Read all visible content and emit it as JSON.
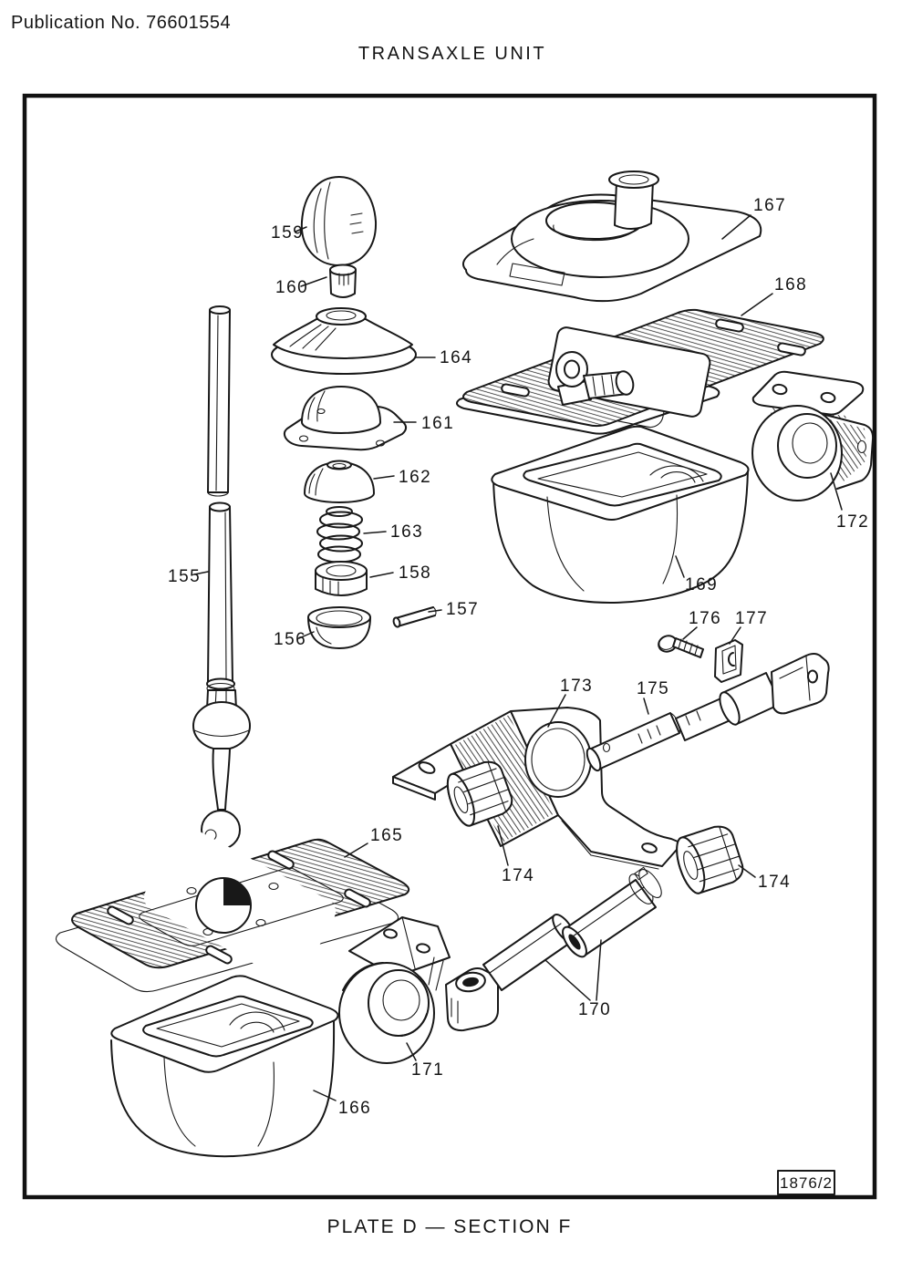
{
  "header": {
    "publication": "Publication No. 76601554",
    "title": "TRANSAXLE UNIT"
  },
  "footer": {
    "caption": "PLATE D — SECTION F"
  },
  "figure": {
    "ref": "1876/2"
  },
  "labels": {
    "p155": "155",
    "p156": "156",
    "p157": "157",
    "p158": "158",
    "p159": "159",
    "p160": "160",
    "p161": "161",
    "p162": "162",
    "p163": "163",
    "p164": "164",
    "p165": "165",
    "p166": "166",
    "p167": "167",
    "p168": "168",
    "p169": "169",
    "p170": "170",
    "p171": "171",
    "p172": "172",
    "p173": "173",
    "p174a": "174",
    "p174b": "174",
    "p175": "175",
    "p176": "176",
    "p177": "177"
  }
}
